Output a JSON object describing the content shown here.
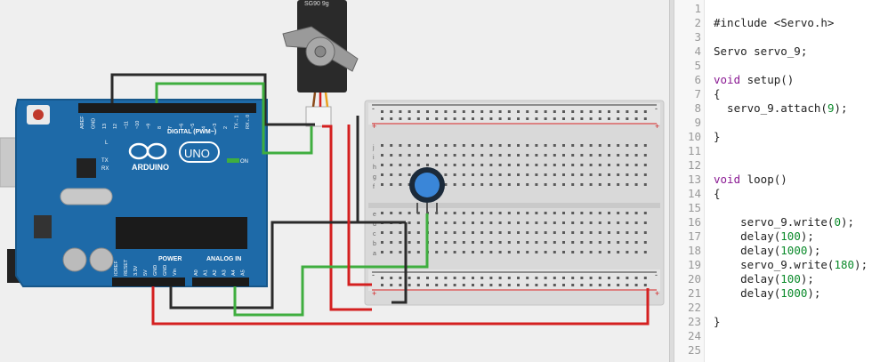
{
  "board": {
    "brand": "ARDUINO",
    "model": "UNO",
    "digital_label": "DIGITAL (PWM~)",
    "power_label": "POWER",
    "analog_label": "ANALOG IN",
    "on_label": "ON",
    "tx_label": "TX",
    "rx_label": "RX",
    "l_label": "L",
    "digital_pins": [
      "AREF",
      "GND",
      "13",
      "12",
      "~11",
      "~10",
      "~9",
      "8",
      "7",
      "~6",
      "~5",
      "4",
      "~3",
      "2",
      "TX→1",
      "RX←0"
    ],
    "power_pins": [
      "IOREF",
      "RESET",
      "3.3V",
      "5V",
      "GND",
      "GND",
      "Vin"
    ],
    "analog_pins": [
      "A0",
      "A1",
      "A2",
      "A3",
      "A4",
      "A5"
    ]
  },
  "servo": {
    "label": "SG90 9g"
  },
  "breadboard": {
    "row_letters_top": [
      "j",
      "i",
      "h",
      "g",
      "f"
    ],
    "row_letters_bottom": [
      "e",
      "d",
      "c",
      "b",
      "a"
    ],
    "plus": "+",
    "minus": "-"
  },
  "code": {
    "lines": [
      {
        "n": "1",
        "t": ""
      },
      {
        "n": "2",
        "t": "#include <Servo.h>"
      },
      {
        "n": "3",
        "t": ""
      },
      {
        "n": "4",
        "t": "Servo servo_9;"
      },
      {
        "n": "5",
        "t": ""
      },
      {
        "n": "6",
        "t": "void setup()"
      },
      {
        "n": "7",
        "t": "{"
      },
      {
        "n": "8",
        "t": "  servo_9.attach(9);"
      },
      {
        "n": "9",
        "t": ""
      },
      {
        "n": "10",
        "t": "}"
      },
      {
        "n": "11",
        "t": ""
      },
      {
        "n": "12",
        "t": ""
      },
      {
        "n": "13",
        "t": "void loop()"
      },
      {
        "n": "14",
        "t": "{"
      },
      {
        "n": "15",
        "t": ""
      },
      {
        "n": "16",
        "t": "    servo_9.write(0);"
      },
      {
        "n": "17",
        "t": "    delay(100);"
      },
      {
        "n": "18",
        "t": "    delay(1000);"
      },
      {
        "n": "19",
        "t": "    servo_9.write(180);"
      },
      {
        "n": "20",
        "t": "    delay(100);"
      },
      {
        "n": "21",
        "t": "    delay(1000);"
      },
      {
        "n": "22",
        "t": ""
      },
      {
        "n": "23",
        "t": "}"
      },
      {
        "n": "24",
        "t": ""
      },
      {
        "n": "25",
        "t": ""
      }
    ]
  },
  "colors": {
    "board": "#1e6aa8",
    "wire_red": "#d42020",
    "wire_black": "#2a2a2a",
    "wire_green": "#3fae3f",
    "knob": "#3a86d8"
  }
}
